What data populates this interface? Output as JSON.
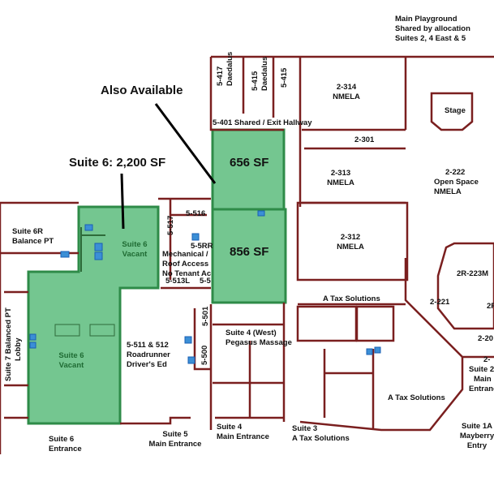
{
  "callouts": {
    "also_available": "Also Available",
    "suite6_size": "Suite 6: 2,200 SF"
  },
  "spaces": {
    "sf656": "656 SF",
    "sf856": "856 SF",
    "suite6_upper": [
      "Suite 6",
      "Vacant"
    ],
    "suite6_lower": [
      "Suite 6",
      "Vacant"
    ],
    "suite6r": [
      "Suite 6R",
      "Balance PT"
    ],
    "suite7": [
      "Suite 7  Balanced PT",
      "Lobby"
    ],
    "r5417": "5-417",
    "daedalus1": "Daedalus",
    "r5415a": "5-415",
    "daedalus2": "Daedalus",
    "r5415b": "5-415",
    "hallway": "5-401 Shared / Exit Hallway",
    "r2314": [
      "2-314",
      "NMELA"
    ],
    "r2301": "2-301",
    "r2313": [
      "2-313",
      "NMELA"
    ],
    "r2312": [
      "2-312",
      "NMELA"
    ],
    "r2222": [
      "2-222",
      "Open Space",
      "NMELA"
    ],
    "stage": "Stage",
    "playground": [
      "Main Playground",
      "Shared by allocation",
      "Suites 2, 4 East & 5"
    ],
    "r5517": "5-517",
    "r5516": "5-516",
    "r55rr": "5-5RR",
    "mechanical": [
      "Mechanical /",
      "Roof Access",
      "No Tenant Access"
    ],
    "r5513l": "5-513L",
    "r55x": "5-5",
    "r5501": "5-501",
    "r5500": "5-500",
    "roadrunner": [
      "5-511 & 512",
      "Roadrunner",
      "Driver's Ed"
    ],
    "suite4west": [
      "Suite 4 (West)",
      "Pegasus Massage"
    ],
    "tax1": "A Tax Solutions",
    "tax2": "A Tax Solutions",
    "r2r223m": "2R-223M",
    "r2221": "2-221",
    "r2x": "2R",
    "r220": "2-20",
    "suite2entr": [
      "2-",
      "Suite 2",
      "Main",
      "Entrance"
    ],
    "suite6entr": [
      "Suite 6",
      "Entrance"
    ],
    "suite5entr": [
      "Suite 5",
      "Main Entrance"
    ],
    "suite4entr": [
      "Suite 4",
      "Main Entrance"
    ],
    "suite3entr": [
      "Suite 3",
      "A Tax Solutions"
    ],
    "suite1a": [
      "Suite 1A",
      "Mayberry",
      "Entry"
    ]
  },
  "colors": {
    "available_fill": "#74c690",
    "available_border": "#2e8b48",
    "wall": "#7a1f1f",
    "door": "#2e8b48",
    "fixture": "#1a5fb4"
  }
}
